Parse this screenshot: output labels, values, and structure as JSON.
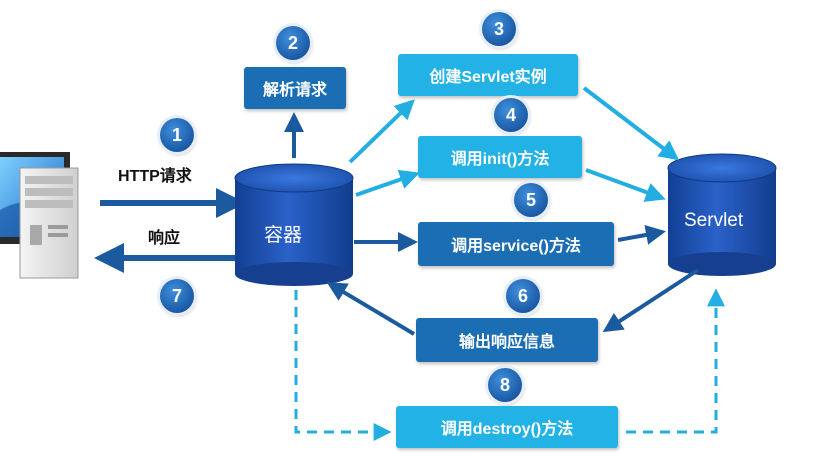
{
  "steps": {
    "s1": {
      "badge": "1",
      "text": "HTTP请求"
    },
    "s2": {
      "badge": "2",
      "text": "解析请求"
    },
    "s3": {
      "badge": "3",
      "text": "创建Servlet实例"
    },
    "s4": {
      "badge": "4",
      "text": "调用init()方法"
    },
    "s5": {
      "badge": "5",
      "text": "调用service()方法"
    },
    "s6": {
      "badge": "6",
      "text": "输出响应信息"
    },
    "s7": {
      "badge": "7",
      "text": "响应"
    },
    "s8": {
      "badge": "8",
      "text": "调用destroy()方法"
    }
  },
  "nodes": {
    "container": "容器",
    "servlet": "Servlet",
    "client": "computer-icon"
  },
  "colors": {
    "arrow_dark": "#1c5aa0",
    "arrow_light": "#22aee3",
    "box_dark": "#1c6eb4",
    "box_light": "#22b2e6",
    "cylinder": "#1a4fb0"
  }
}
